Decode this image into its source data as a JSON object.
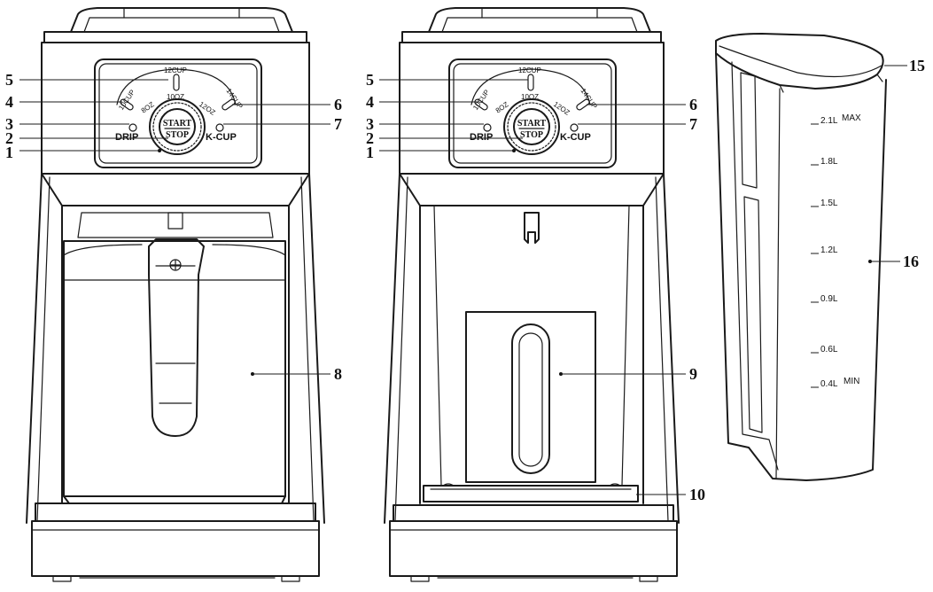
{
  "panel": {
    "cup_12": "12CUP",
    "cup_10": "10CUP",
    "cup_14": "14CUP",
    "oz_8": "8OZ",
    "oz_10": "10OZ",
    "oz_12": "12OZ",
    "drip": "DRIP",
    "kcup": "K-CUP",
    "start": "START",
    "stop": "STOP"
  },
  "callouts": {
    "c1": "1",
    "c2": "2",
    "c3": "3",
    "c4": "4",
    "c5": "5",
    "c6": "6",
    "c7": "7",
    "c8": "8",
    "c9": "9",
    "c10": "10",
    "c15": "15",
    "c16": "16"
  },
  "reservoir": {
    "max_value": "2.1L",
    "max_label": "MAX",
    "m18": "1.8L",
    "m15": "1.5L",
    "m12": "1.2L",
    "m09": "0.9L",
    "m06": "0.6L",
    "min_value": "0.4L",
    "min_label": "MIN"
  }
}
